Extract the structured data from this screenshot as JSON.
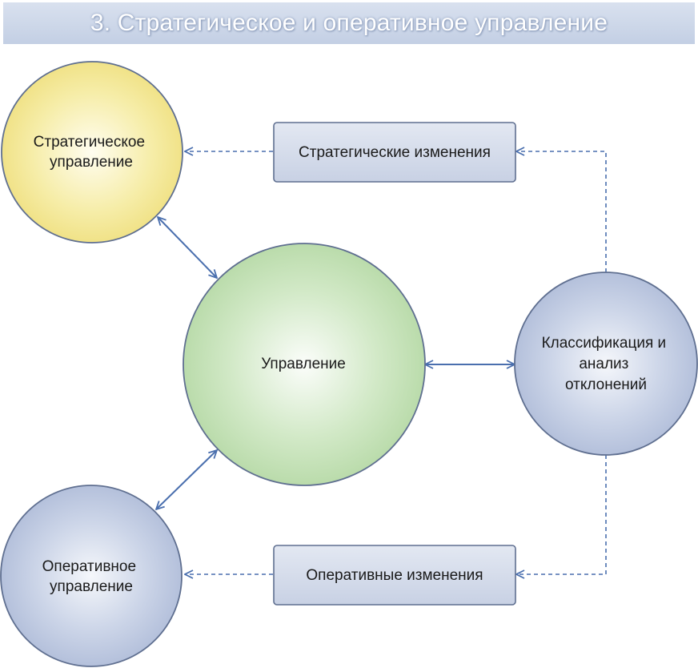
{
  "title": "3. Стратегическое и оперативное управление",
  "nodes": {
    "strategic": {
      "lines": [
        "Стратегическое",
        "управление"
      ]
    },
    "management": {
      "lines": [
        "Управление"
      ]
    },
    "analysis": {
      "lines": [
        "Классификация и",
        "анализ",
        "отклонений"
      ]
    },
    "operative": {
      "lines": [
        "Оперативное",
        "управление"
      ]
    },
    "strategic_changes": {
      "lines": [
        "Стратегические изменения"
      ]
    },
    "operative_changes": {
      "lines": [
        "Оперативные изменения"
      ]
    }
  },
  "colors": {
    "strategic_fill": "#f3e79a",
    "management_fill": "#c5e2b8",
    "analysis_fill": "#c3cde2",
    "operative_fill": "#c3cde2",
    "box_fill": "#d3daea",
    "connector": "#4a6fae"
  }
}
